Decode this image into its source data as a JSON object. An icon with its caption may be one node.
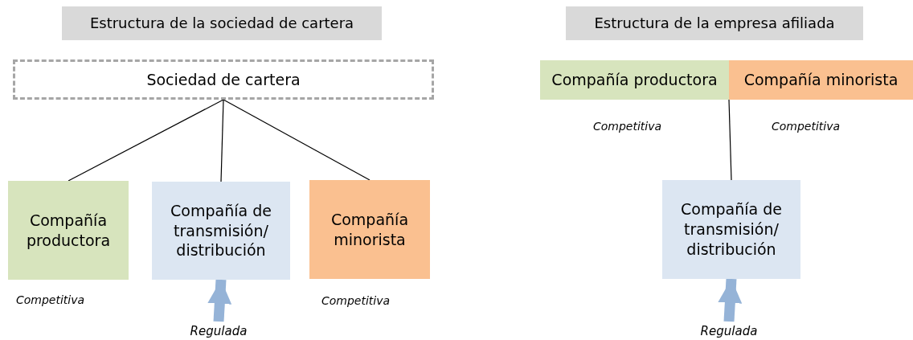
{
  "diagram": {
    "nodes": [
      {
        "text": [
          "Estructura de la sociedad de cartera"
        ]
      },
      {
        "text": [
          "Sociedad de cartera"
        ]
      },
      {
        "text": [
          "Compañía productora"
        ],
        "beside": [
          "Competitiva"
        ]
      },
      {
        "text": [
          "Compañía de transmisión/ distribución"
        ]
      },
      {
        "text": [
          "Compañía minorista"
        ],
        "beside": [
          "Competitiva"
        ]
      },
      {
        "text": [
          "Estructura de la empresa afiliada"
        ]
      },
      {
        "text": [
          "Compañía productora"
        ],
        "beside": [
          "Competitiva"
        ]
      },
      {
        "text": [
          "Compañía minorista"
        ],
        "beside": [
          "Competitiva"
        ]
      },
      {
        "text": [
          "Compañía de transmisión/ distribución"
        ]
      },
      {
        "text": [
          "Regulada"
        ]
      },
      {
        "text": [
          "Regulada"
        ]
      }
    ],
    "edges": [
      {
        "from": 1,
        "to": 2,
        "arrow": "none"
      },
      {
        "from": 1,
        "to": 3,
        "arrow": "none"
      },
      {
        "from": 1,
        "to": 4,
        "arrow": "none"
      },
      {
        "from": 6,
        "to": 8,
        "arrow": "none"
      },
      {
        "from": 7,
        "to": 8,
        "arrow": "none"
      },
      {
        "from": 9,
        "to": 3,
        "arrow": "to",
        "style": "thick",
        "color": "#95b3d7"
      },
      {
        "from": 10,
        "to": 8,
        "arrow": "to",
        "style": "thick",
        "color": "#95b3d7"
      }
    ]
  }
}
